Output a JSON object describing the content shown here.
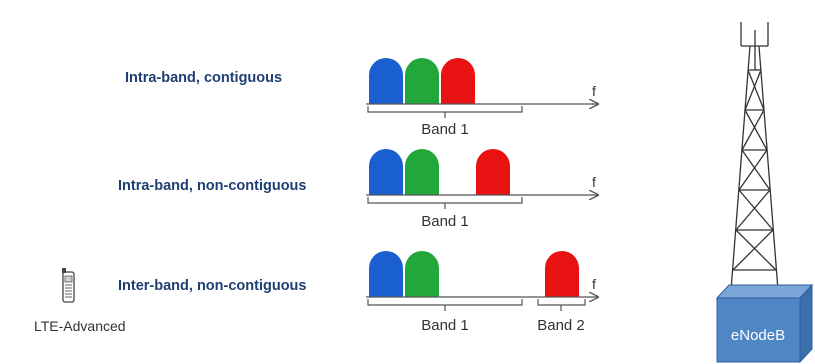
{
  "colors": {
    "carrier_1": "#1a5fd0",
    "carrier_2": "#22a83a",
    "carrier_3": "#e81212",
    "label_text": "#1f3f73",
    "axis": "#555555",
    "enodeb_box": "#4f86c6",
    "enodeb_text": "#ffffff"
  },
  "axis_symbol": "f",
  "scenarios": [
    {
      "label": "Intra-band, contiguous",
      "bands": [
        "Band 1"
      ]
    },
    {
      "label": "Intra-band, non-contiguous",
      "bands": [
        "Band 1"
      ]
    },
    {
      "label": "Inter-band, non-contiguous",
      "bands": [
        "Band 1",
        "Band 2"
      ]
    }
  ],
  "device": {
    "icon": "mobile-phone-icon",
    "label": "LTE-Advanced"
  },
  "base_station": {
    "icon": "antenna-tower-icon",
    "label": "eNodeB"
  }
}
